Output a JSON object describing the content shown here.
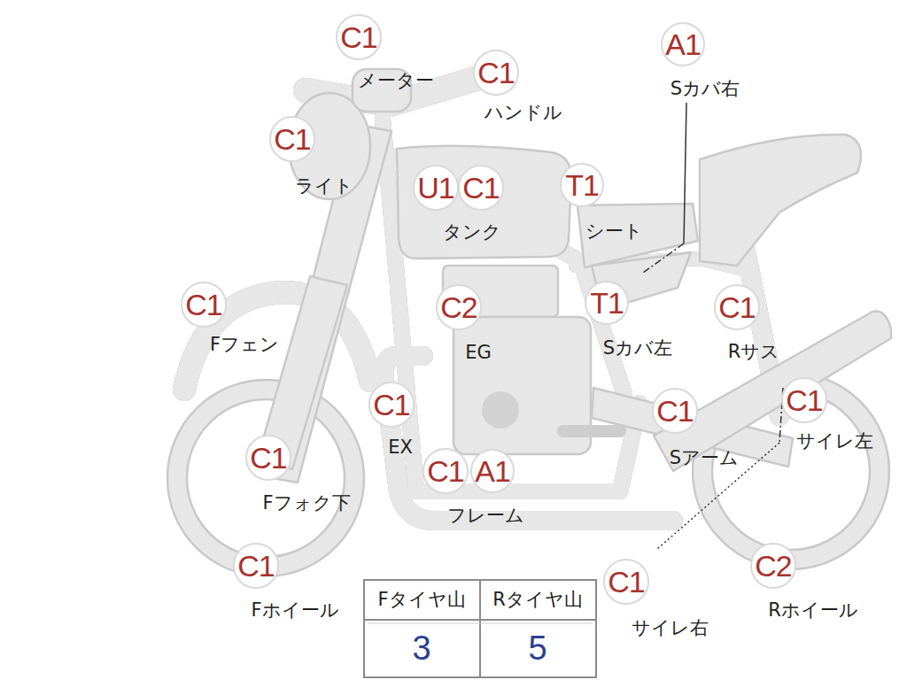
{
  "diagram": {
    "nodes": [
      {
        "text": [
          "C1"
        ]
      },
      {
        "text": [
          "A1"
        ]
      },
      {
        "text": [
          "C1"
        ]
      },
      {
        "text": [
          "C1"
        ]
      },
      {
        "text": [
          "T1"
        ]
      },
      {
        "text": [
          "U1"
        ]
      },
      {
        "text": [
          "C1"
        ]
      },
      {
        "text": [
          "T1"
        ]
      },
      {
        "text": [
          "C1"
        ]
      },
      {
        "text": [
          "C2"
        ]
      },
      {
        "text": [
          "C1"
        ]
      },
      {
        "text": [
          "C1"
        ]
      },
      {
        "text": [
          "C1"
        ]
      },
      {
        "text": [
          "C1"
        ]
      },
      {
        "text": [
          "C1"
        ]
      },
      {
        "text": [
          "C1"
        ]
      },
      {
        "text": [
          "A1"
        ]
      },
      {
        "text": [
          "C1"
        ]
      },
      {
        "text": [
          "C2"
        ]
      },
      {
        "text": [
          "C1"
        ]
      }
    ],
    "labels": [
      "メーター",
      "Sカバ右",
      "ハンドル",
      "ライト",
      "シート",
      "タンク",
      "Fフェン",
      "Sカバ左",
      "EG",
      "Rサス",
      "サイレ左",
      "EX",
      "Sアーム",
      "Fフォク下",
      "フレーム",
      "Fタイヤ山",
      "Rタイヤ山",
      "3",
      "5",
      "Fホイール",
      "Rホイール",
      "サイレ右"
    ]
  }
}
